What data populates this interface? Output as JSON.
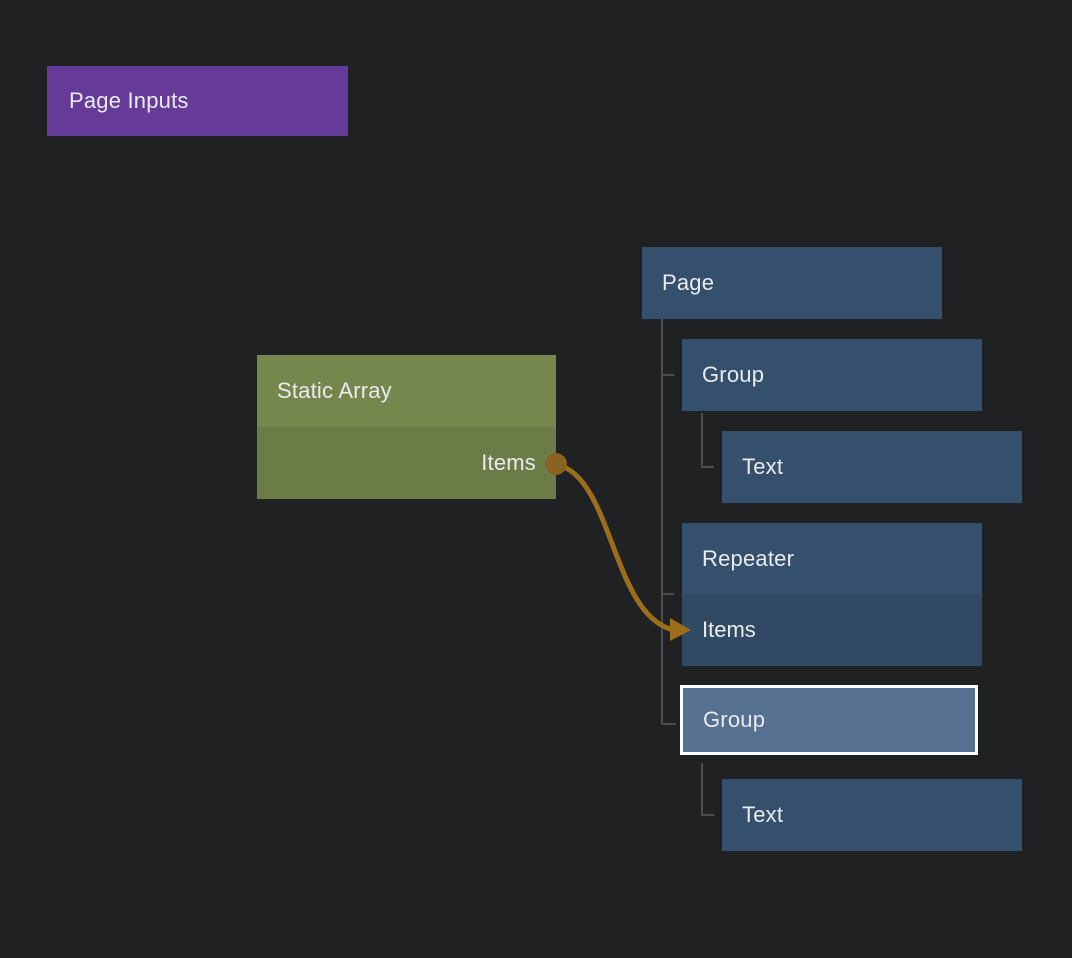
{
  "palette": {
    "background": "#202123",
    "inputs_fill": "#663a98",
    "array_header_fill": "#76874d",
    "array_body_fill": "#6c7c46",
    "node_fill": "#35506d",
    "node_port_fill": "#314a63",
    "selected_fill": "#567092",
    "selection_border": "#ffffff",
    "tree_line": "#4b4c4e",
    "wire": "#9c6e1c",
    "port": "#8a6220",
    "text": "#e9ebee"
  },
  "inputs_node": {
    "title": "Page Inputs"
  },
  "data_node": {
    "title": "Static Array",
    "ports": [
      {
        "label": "Items",
        "direction": "output"
      }
    ]
  },
  "component_tree": {
    "nodes": [
      {
        "label": "Page",
        "depth": 0
      },
      {
        "label": "Group",
        "depth": 1
      },
      {
        "label": "Text",
        "depth": 2
      },
      {
        "label": "Repeater",
        "depth": 1,
        "ports": [
          {
            "label": "Items",
            "direction": "input"
          }
        ]
      },
      {
        "label": "Group",
        "depth": 1,
        "selected": true
      },
      {
        "label": "Text",
        "depth": 2
      }
    ]
  },
  "connection": {
    "from_node": "Static Array",
    "from_port": "Items",
    "to_node": "Repeater",
    "to_port": "Items"
  }
}
